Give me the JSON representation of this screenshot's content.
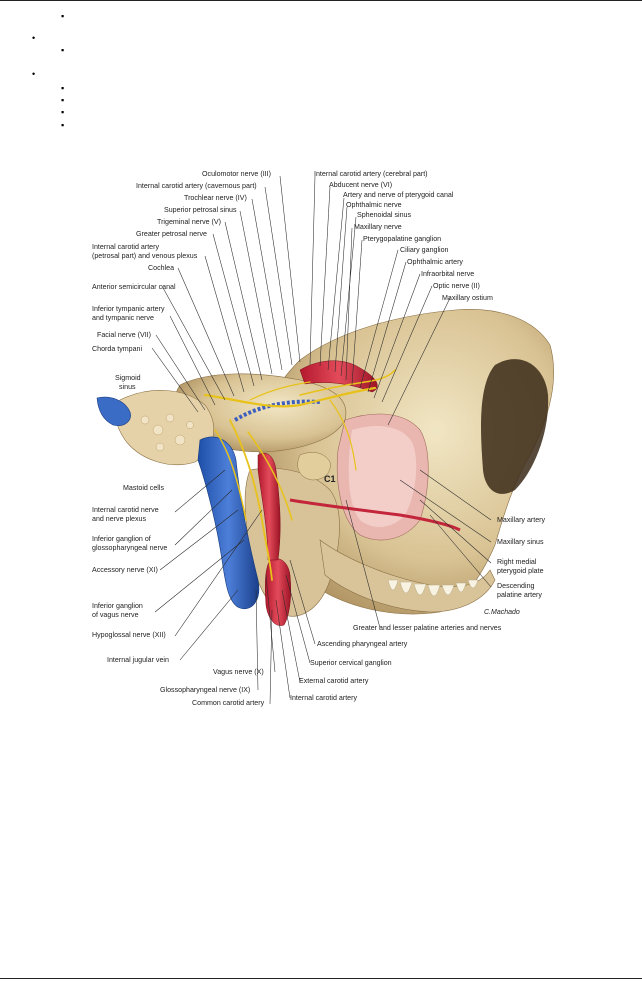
{
  "page": {
    "bullet_glyph": "•",
    "small_bullet_glyph": "▪"
  },
  "figure": {
    "labels_top": [
      "Oculomotor nerve (III)",
      "Internal carotid artery (cavernous part)",
      "Trochlear nerve (IV)",
      "Superior petrosal sinus",
      "Trigeminal nerve (V)",
      "Greater petrosal nerve",
      "Internal carotid artery",
      "(petrosal part) and venous plexus",
      "Cochlea",
      "Anterior semicircular canal",
      "Inferior tympanic artery",
      "and tympanic nerve",
      "Facial nerve (VII)",
      "Chorda tympani"
    ],
    "labels_right": [
      "Internal carotid artery (cerebral part)",
      "Abducent nerve (VI)",
      "Artery and nerve of pterygoid canal",
      "Ophthalmic nerve",
      "Sphenoidal sinus",
      "Maxillary nerve",
      "Pterygopalatine ganglion",
      "Ciliary ganglion",
      "Ophthalmic artery",
      "Infraorbital nerve",
      "Optic nerve (II)",
      "Maxillary ostium"
    ],
    "sigmoid": [
      "Sigmoid",
      "sinus"
    ],
    "mastoid": "Mastoid cells",
    "c1": "C1",
    "labels_left_lower": [
      "Internal carotid nerve",
      "and nerve plexus",
      "Inferior ganglion of",
      "glossopharyngeal nerve",
      "Accessory nerve (XI)",
      "Inferior ganglion",
      "of vagus nerve",
      "Hypoglossal nerve (XII)",
      "Internal jugular vein"
    ],
    "labels_right_lower": [
      "Maxillary artery",
      "Maxillary sinus",
      "Right medial",
      "pterygoid plate",
      "Descending",
      "palatine artery"
    ],
    "labels_bottom": [
      "Greater and lesser palatine arteries and nerves",
      "Ascending pharyngeal artery",
      "Superior cervical ganglion",
      "Vagus nerve (X)",
      "External carotid artery",
      "Glossopharyngeal nerve (IX)",
      "Internal carotid artery",
      "Common carotid artery"
    ],
    "signature": "C.Machado"
  }
}
